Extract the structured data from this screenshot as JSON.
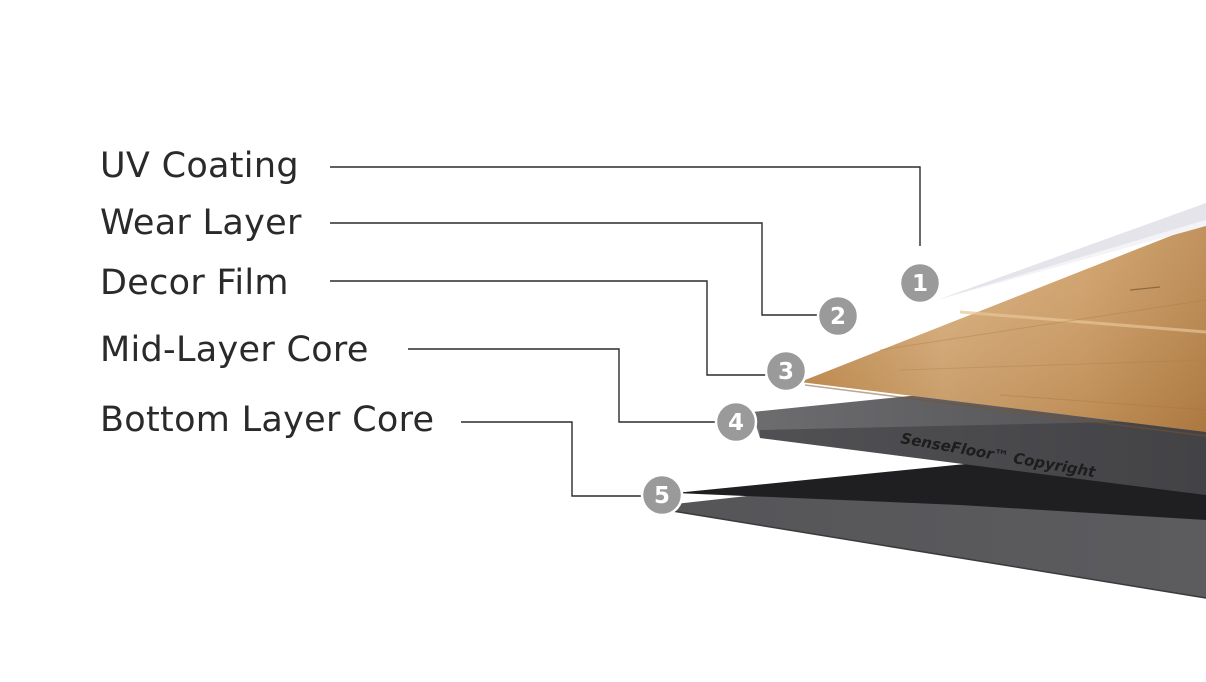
{
  "layers": [
    {
      "number": "1",
      "label": "UV Coating"
    },
    {
      "number": "2",
      "label": "Wear Layer"
    },
    {
      "number": "3",
      "label": "Decor Film"
    },
    {
      "number": "4",
      "label": "Mid-Layer Core"
    },
    {
      "number": "5",
      "label": "Bottom Layer Core"
    }
  ],
  "watermark": "SenseFloor™ Copyright",
  "colors": {
    "label_text": "#2a2a2a",
    "leader_line": "#2b2b2b",
    "badge_fill": "#9a9a9a",
    "wood_light": "#d7aa74",
    "wood_mid": "#c48f55",
    "wood_dark": "#a9743e",
    "core_gray": "#5f5f61",
    "core_dark": "#2c2c2e",
    "uv_coating": "#e6e6ea"
  }
}
